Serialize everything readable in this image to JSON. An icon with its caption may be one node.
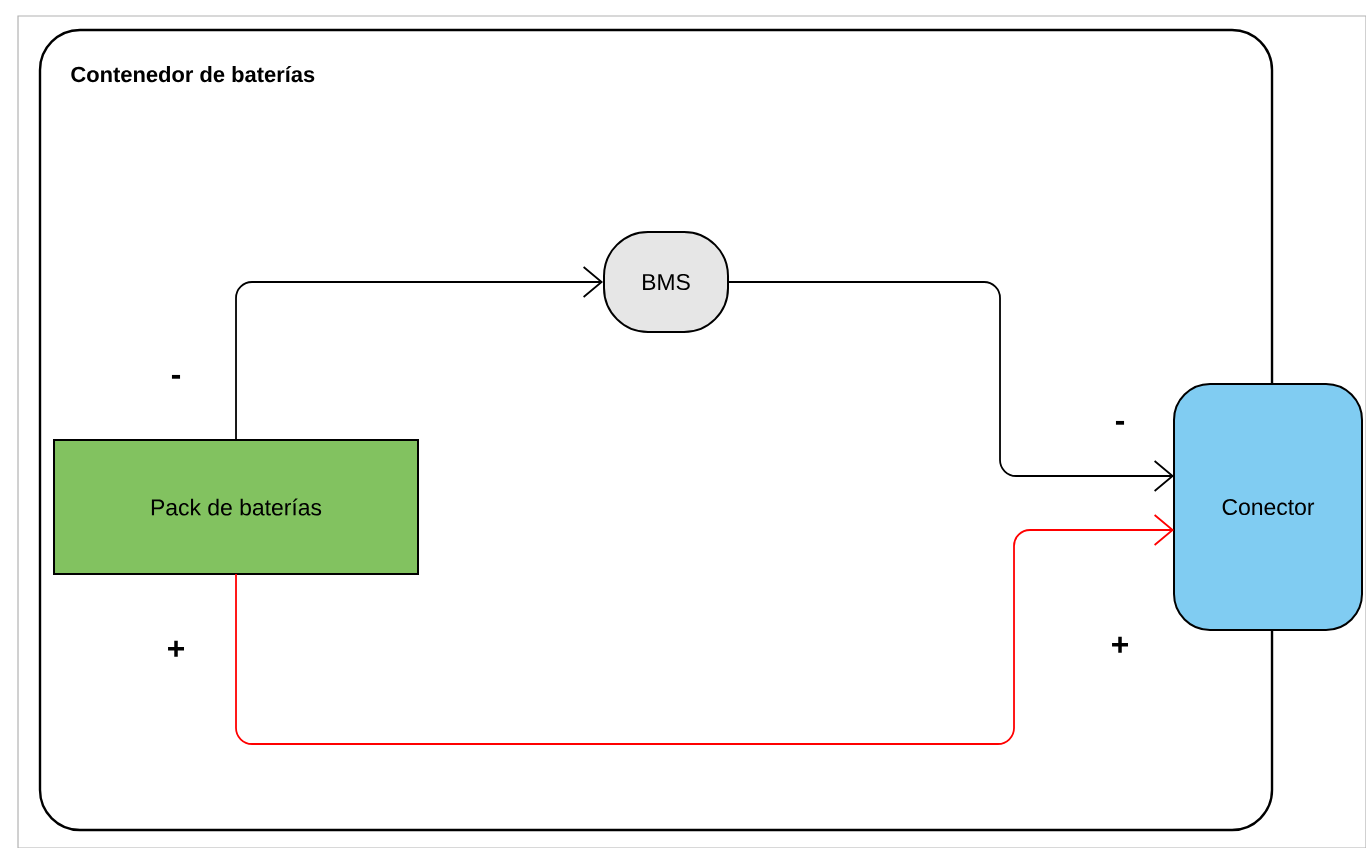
{
  "diagram": {
    "nodes": [
      {
        "text": [
          "Contenedor de baterías"
        ]
      },
      {
        "text": [
          "BMS"
        ],
        "in": 0
      },
      {
        "text": [
          "Pack de baterías"
        ],
        "in": 0
      },
      {
        "text": [
          "Conector"
        ]
      }
    ],
    "edges": [
      {
        "from": 2,
        "to": 1,
        "arrow": "to"
      },
      {
        "from": 1,
        "to": 3,
        "arrow": "to"
      },
      {
        "from": 2,
        "to": 3,
        "arrow": "to",
        "color": "#ff0000"
      }
    ],
    "labels": [
      "-",
      "-",
      "+",
      "+"
    ]
  }
}
